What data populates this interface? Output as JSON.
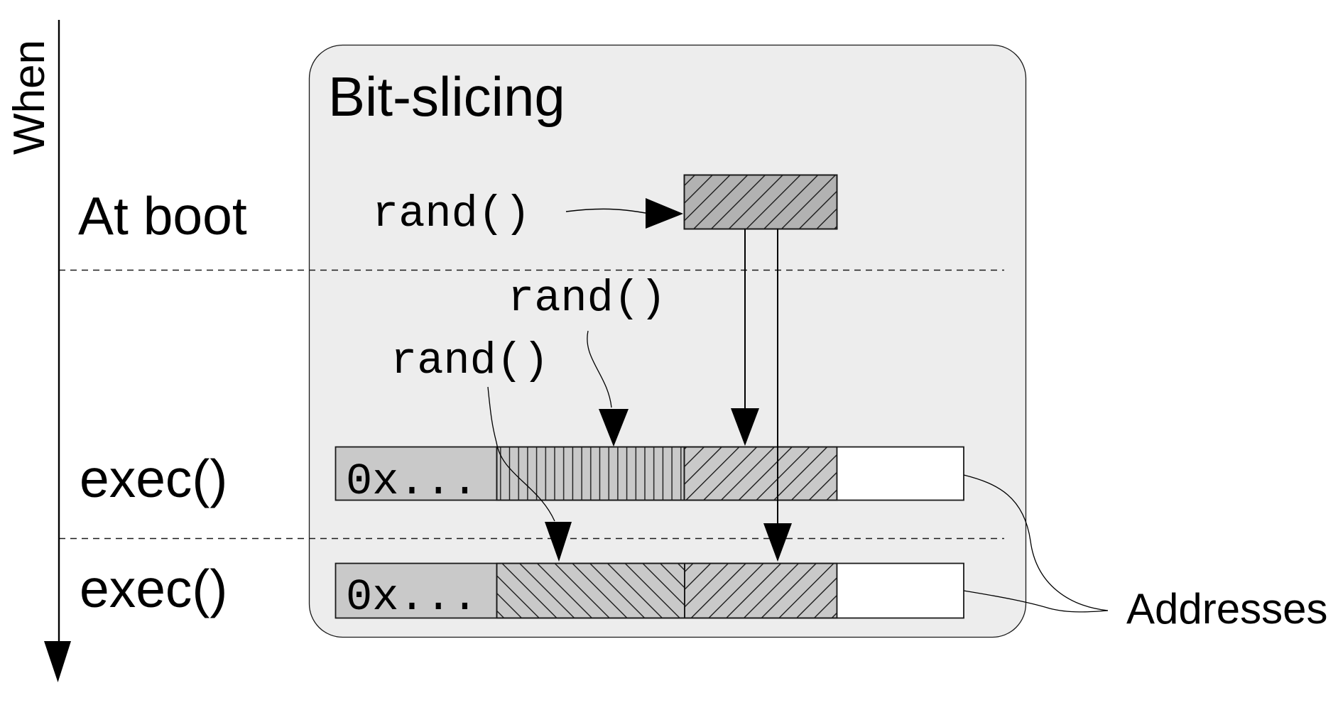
{
  "diagram": {
    "axis": {
      "label": "When",
      "tick_boot": "At boot",
      "tick_exec1": "exec()",
      "tick_exec2": "exec()"
    },
    "panel": {
      "title": "Bit-slicing"
    },
    "calls": {
      "rand_boot": "rand()",
      "rand_exec1": "rand()",
      "rand_exec2": "rand()"
    },
    "bars": {
      "bar1_prefix": "0x...",
      "bar2_prefix": "0x..."
    },
    "addresses_label": "Addresses",
    "colors": {
      "background": "#ffffff",
      "panel_fill": "#ededed",
      "seed_box_fill": "#b2b2b2",
      "bar_segment_fill": "#c9c9c9",
      "bar_white_fill": "#ffffff",
      "line": "#1a1a1a"
    }
  }
}
